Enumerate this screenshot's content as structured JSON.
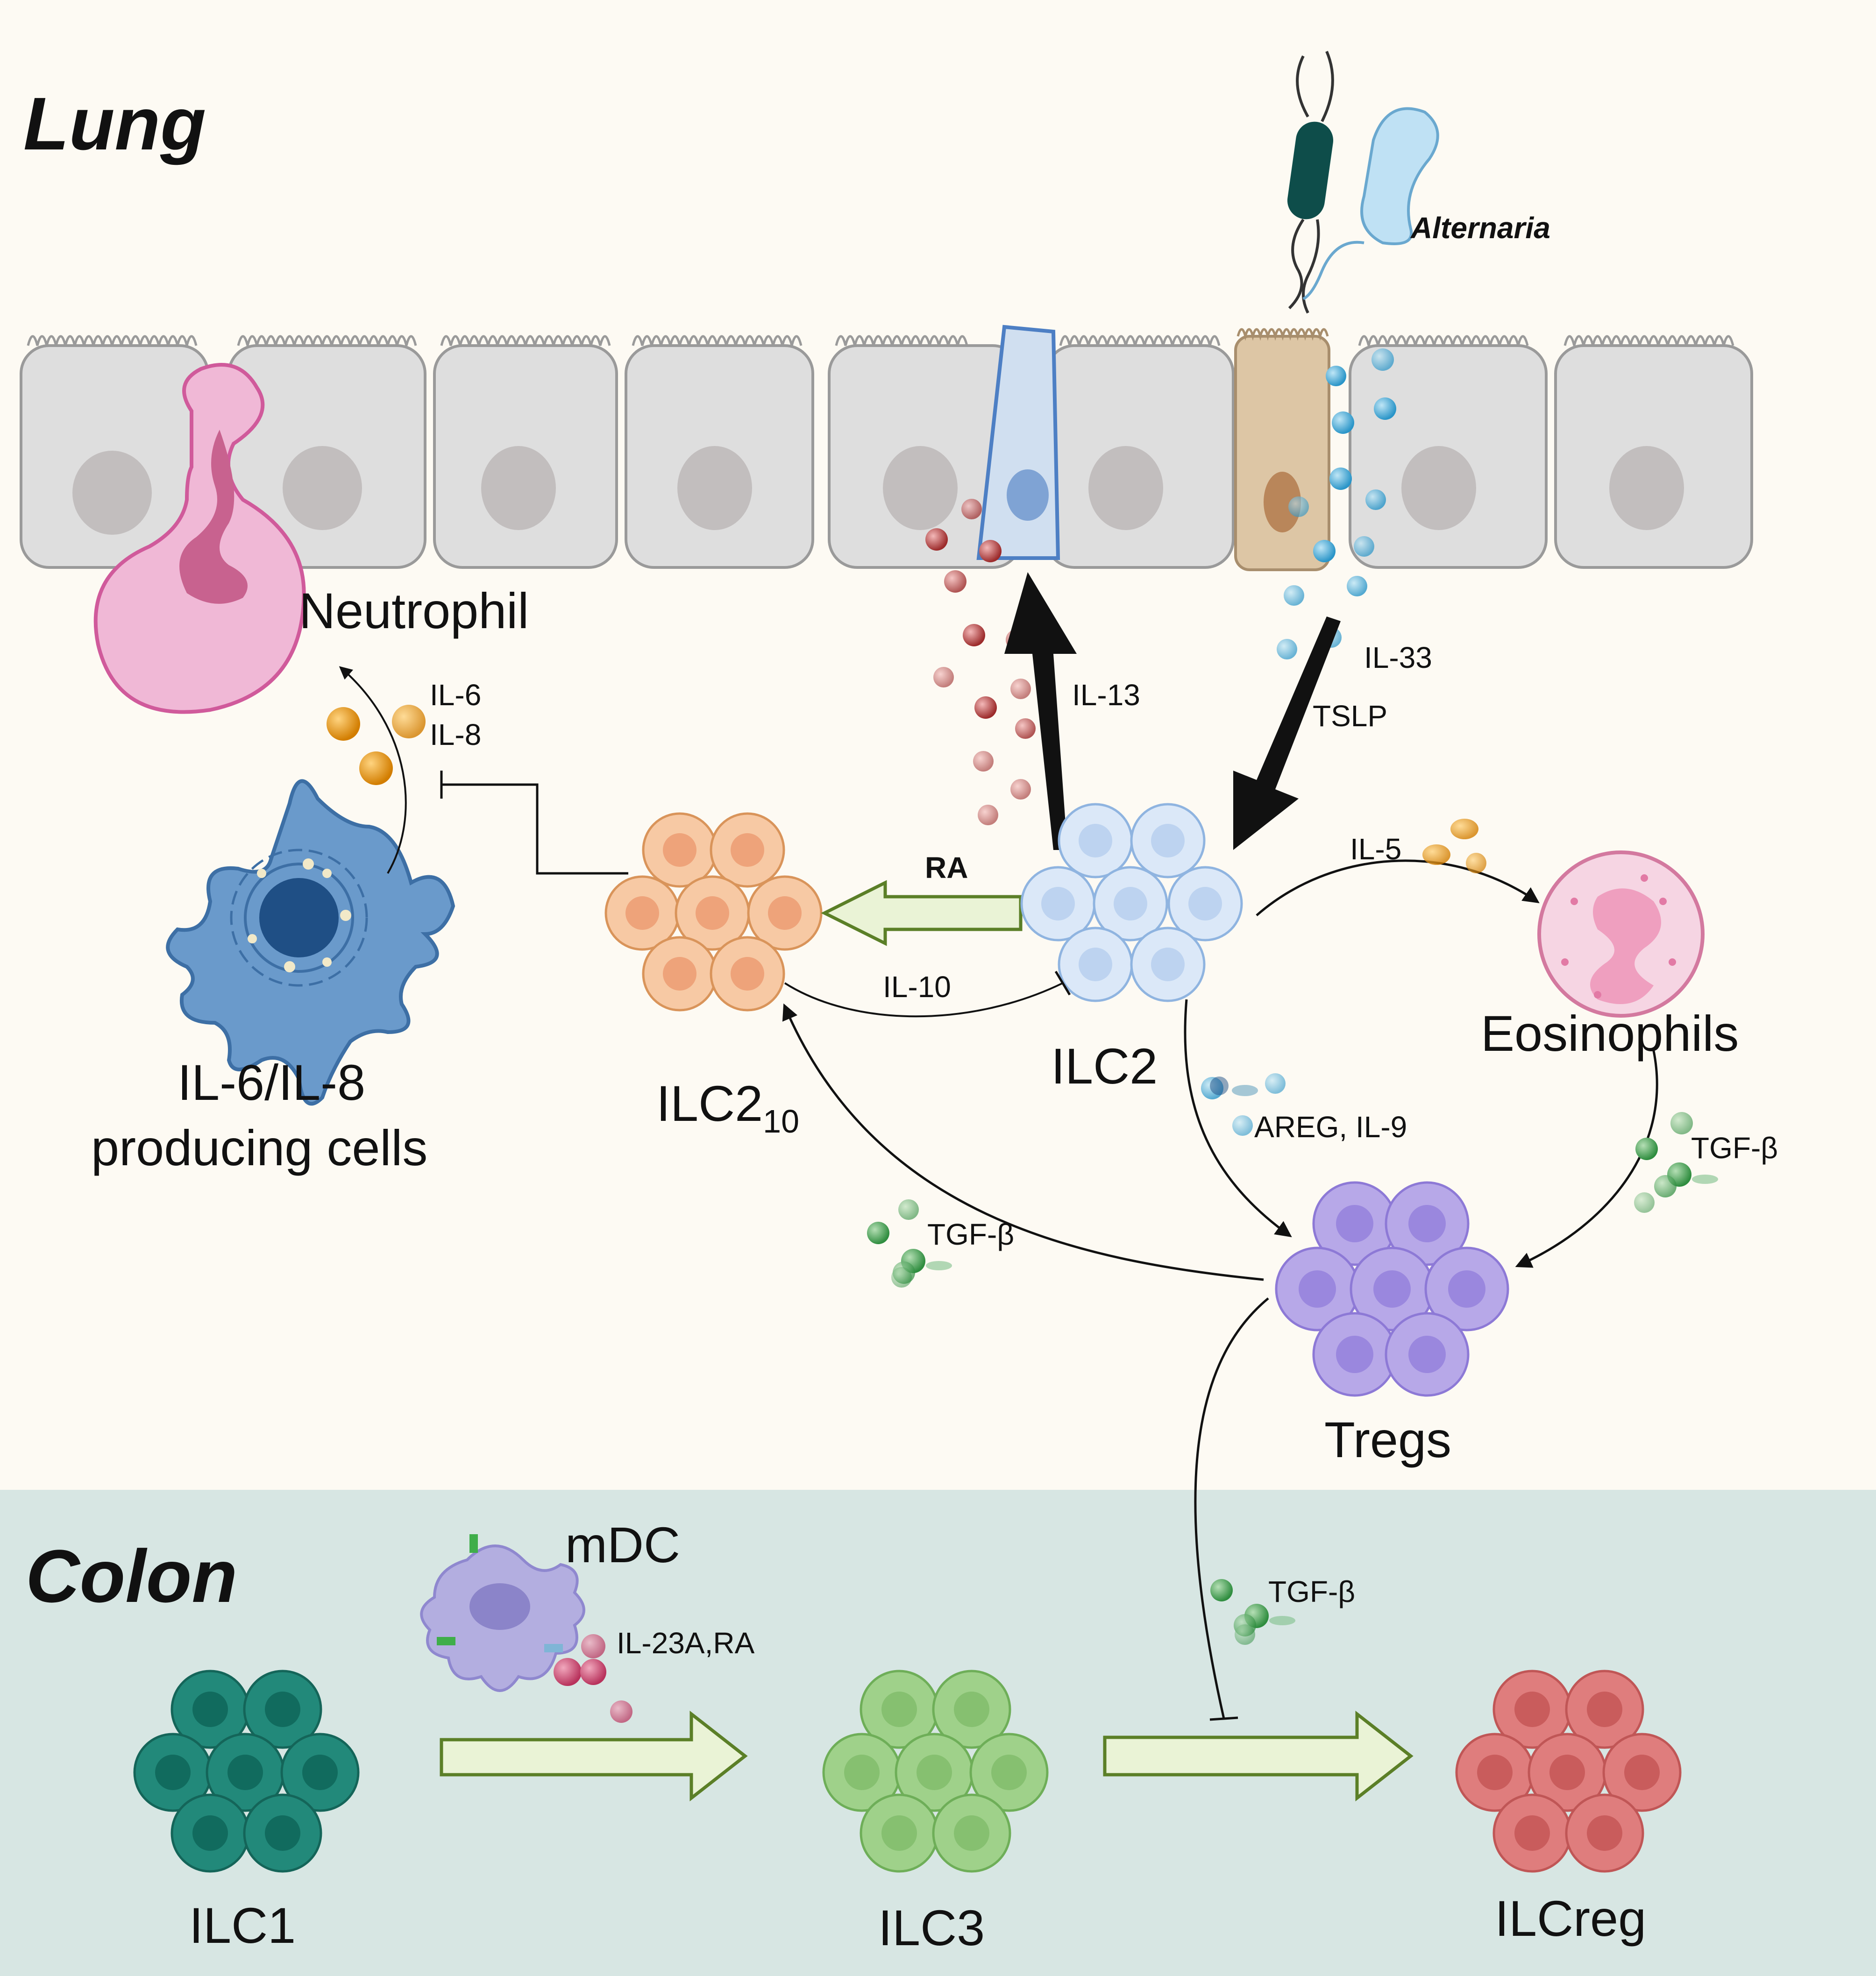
{
  "regions": {
    "lung": "Lung",
    "colon": "Colon"
  },
  "labels": {
    "alternaria": "Alternaria",
    "neutrophil": "Neutrophil",
    "il13": "IL-13",
    "il33": "IL-33",
    "tslp": "TSLP",
    "il6": "IL-6",
    "il8": "IL-8",
    "ra": "RA",
    "il5": "IL-5",
    "il10": "IL-10",
    "ilc2": "ILC2",
    "ilc2_10_main": "ILC2",
    "ilc2_10_sub": "10",
    "eosinophils": "Eosinophils",
    "il6il8_line1": "IL-6/IL-8",
    "il6il8_line2": "producing cells",
    "areg": "AREG, IL-9",
    "tgfb_eos": "TGF-β",
    "tgfb_left": "TGF-β",
    "tgfb_colon": "TGF-β",
    "tregs": "Tregs",
    "mdc": "mDC",
    "il23a": "IL-23A,RA",
    "ilc1": "ILC1",
    "ilc3": "ILC3",
    "ilcreg": "ILCreg"
  },
  "colors": {
    "lung_bg": "#fdfaf3",
    "colon_bg": "#d7e6e3",
    "epithelium": "#dedede",
    "ilc2": "#dbe8f8",
    "ilc2_10": "#f7c9a4",
    "tregs": "#b7a8e8",
    "ilc1": "#22897a",
    "ilc3": "#9fd18a",
    "ilcreg": "#df7d7d",
    "green_arrow": "#eaf3d6",
    "green_arrow_stroke": "#5b7f27"
  },
  "icons": [
    "bacteria-icon",
    "fungus-icon",
    "neutrophil-icon",
    "dendritic-cell-icon",
    "eosinophil-icon"
  ]
}
